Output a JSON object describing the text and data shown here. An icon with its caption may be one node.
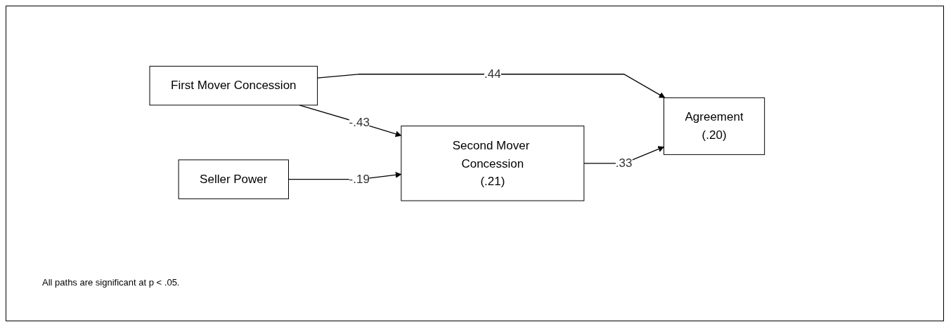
{
  "diagram": {
    "nodes": [
      {
        "text": [
          "First Mover Concession"
        ]
      },
      {
        "text": [
          "Agreement",
          "(.20)"
        ]
      },
      {
        "text": [
          "Seller Power"
        ]
      },
      {
        "text": [
          "Second Mover Concession",
          "(.21)"
        ]
      }
    ],
    "edges": [
      {
        "from": 0,
        "to": 1,
        "arrow": "to",
        "label": ".44"
      },
      {
        "from": 0,
        "to": 3,
        "arrow": "to",
        "label": "-.43"
      },
      {
        "from": 2,
        "to": 3,
        "arrow": "to",
        "label": "-.19"
      },
      {
        "from": 3,
        "to": 1,
        "arrow": "to",
        "label": ".33"
      }
    ],
    "labels": [
      "All paths are significant at p < .05."
    ]
  }
}
